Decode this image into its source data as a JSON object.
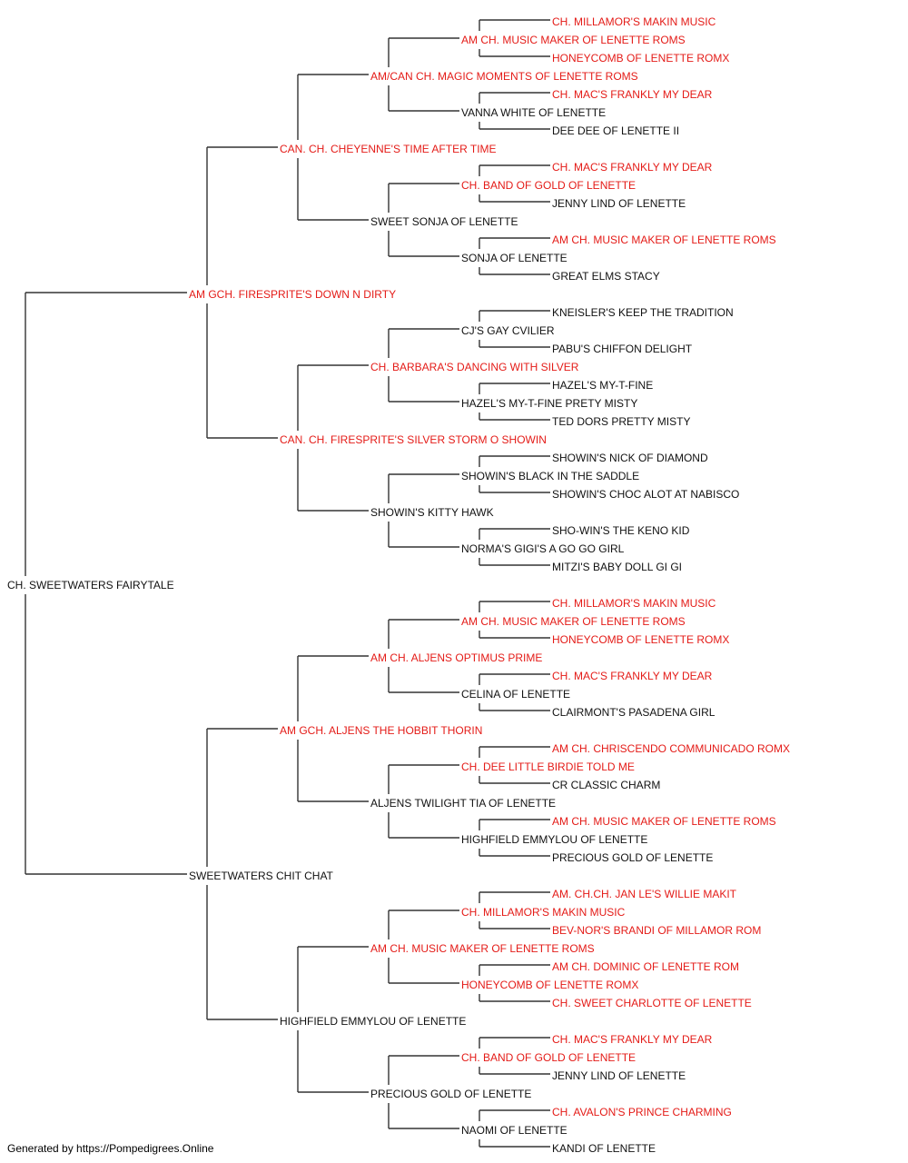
{
  "colors": {
    "titled": "#e41b17",
    "untitled": "#111111",
    "line": "#333333"
  },
  "pedigree": {
    "name": "CH. SWEETWATERS FAIRYTALE",
    "titled": false,
    "sire": {
      "name": "AM GCH. FIRESPRITE'S DOWN N DIRTY",
      "titled": true,
      "sire": {
        "name": "CAN. CH. CHEYENNE'S TIME AFTER TIME",
        "titled": true,
        "sire": {
          "name": "AM/CAN CH. MAGIC MOMENTS OF LENETTE ROMS",
          "titled": true,
          "sire": {
            "name": "AM CH. MUSIC MAKER OF LENETTE ROMS",
            "titled": true,
            "sire": {
              "name": "CH. MILLAMOR'S MAKIN MUSIC",
              "titled": true
            },
            "dam": {
              "name": "HONEYCOMB OF LENETTE ROMX",
              "titled": true
            }
          },
          "dam": {
            "name": "VANNA WHITE OF LENETTE",
            "titled": false,
            "sire": {
              "name": "CH. MAC'S FRANKLY MY DEAR",
              "titled": true
            },
            "dam": {
              "name": "DEE DEE OF LENETTE II",
              "titled": false
            }
          }
        },
        "dam": {
          "name": "SWEET SONJA OF LENETTE",
          "titled": false,
          "sire": {
            "name": "CH. BAND OF GOLD OF LENETTE",
            "titled": true,
            "sire": {
              "name": "CH. MAC'S FRANKLY MY DEAR",
              "titled": true
            },
            "dam": {
              "name": "JENNY LIND OF LENETTE",
              "titled": false
            }
          },
          "dam": {
            "name": "SONJA OF LENETTE",
            "titled": false,
            "sire": {
              "name": "AM CH. MUSIC MAKER OF LENETTE ROMS",
              "titled": true
            },
            "dam": {
              "name": "GREAT ELMS STACY",
              "titled": false
            }
          }
        }
      },
      "dam": {
        "name": "CAN. CH. FIRESPRITE'S SILVER STORM O SHOWIN",
        "titled": true,
        "sire": {
          "name": "CH. BARBARA'S DANCING WITH SILVER",
          "titled": true,
          "sire": {
            "name": "CJ'S GAY CVILIER",
            "titled": false,
            "sire": {
              "name": "KNEISLER'S KEEP THE TRADITION",
              "titled": false
            },
            "dam": {
              "name": "PABU'S CHIFFON DELIGHT",
              "titled": false
            }
          },
          "dam": {
            "name": "HAZEL'S MY-T-FINE PRETY MISTY",
            "titled": false,
            "sire": {
              "name": "HAZEL'S MY-T-FINE",
              "titled": false
            },
            "dam": {
              "name": "TED DORS PRETTY MISTY",
              "titled": false
            }
          }
        },
        "dam": {
          "name": "SHOWIN'S KITTY HAWK",
          "titled": false,
          "sire": {
            "name": "SHOWIN'S BLACK IN THE SADDLE",
            "titled": false,
            "sire": {
              "name": "SHOWIN'S NICK OF DIAMOND",
              "titled": false
            },
            "dam": {
              "name": "SHOWIN'S CHOC ALOT AT NABISCO",
              "titled": false
            }
          },
          "dam": {
            "name": "NORMA'S GIGI'S A GO GO GIRL",
            "titled": false,
            "sire": {
              "name": "SHO-WIN'S THE KENO KID",
              "titled": false
            },
            "dam": {
              "name": "MITZI'S BABY DOLL GI GI",
              "titled": false
            }
          }
        }
      }
    },
    "dam": {
      "name": "SWEETWATERS CHIT CHAT",
      "titled": false,
      "sire": {
        "name": "AM GCH. ALJENS THE HOBBIT THORIN",
        "titled": true,
        "sire": {
          "name": "AM CH. ALJENS OPTIMUS PRIME",
          "titled": true,
          "sire": {
            "name": "AM CH. MUSIC MAKER OF LENETTE ROMS",
            "titled": true,
            "sire": {
              "name": "CH. MILLAMOR'S MAKIN MUSIC",
              "titled": true
            },
            "dam": {
              "name": "HONEYCOMB OF LENETTE ROMX",
              "titled": true
            }
          },
          "dam": {
            "name": "CELINA OF LENETTE",
            "titled": false,
            "sire": {
              "name": "CH. MAC'S FRANKLY MY DEAR",
              "titled": true
            },
            "dam": {
              "name": "CLAIRMONT'S PASADENA GIRL",
              "titled": false
            }
          }
        },
        "dam": {
          "name": "ALJENS TWILIGHT TIA OF LENETTE",
          "titled": false,
          "sire": {
            "name": "CH. DEE LITTLE BIRDIE TOLD ME",
            "titled": true,
            "sire": {
              "name": "AM CH. CHRISCENDO COMMUNICADO ROMX",
              "titled": true
            },
            "dam": {
              "name": "CR CLASSIC CHARM",
              "titled": false
            }
          },
          "dam": {
            "name": "HIGHFIELD EMMYLOU OF LENETTE",
            "titled": false,
            "sire": {
              "name": "AM CH. MUSIC MAKER OF LENETTE ROMS",
              "titled": true
            },
            "dam": {
              "name": "PRECIOUS GOLD OF LENETTE",
              "titled": false
            }
          }
        }
      },
      "dam": {
        "name": "HIGHFIELD EMMYLOU OF LENETTE",
        "titled": false,
        "sire": {
          "name": "AM CH. MUSIC MAKER OF LENETTE ROMS",
          "titled": true,
          "sire": {
            "name": "CH. MILLAMOR'S MAKIN MUSIC",
            "titled": true,
            "sire": {
              "name": "AM. CH.CH. JAN LE'S WILLIE MAKIT",
              "titled": true
            },
            "dam": {
              "name": "BEV-NOR'S BRANDI OF MILLAMOR ROM",
              "titled": true
            }
          },
          "dam": {
            "name": "HONEYCOMB OF LENETTE ROMX",
            "titled": true,
            "sire": {
              "name": "AM CH. DOMINIC OF LENETTE ROM",
              "titled": true
            },
            "dam": {
              "name": "CH. SWEET CHARLOTTE OF LENETTE",
              "titled": true
            }
          }
        },
        "dam": {
          "name": "PRECIOUS GOLD OF LENETTE",
          "titled": false,
          "sire": {
            "name": "CH. BAND OF GOLD OF LENETTE",
            "titled": true,
            "sire": {
              "name": "CH. MAC'S FRANKLY MY DEAR",
              "titled": true
            },
            "dam": {
              "name": "JENNY LIND OF LENETTE",
              "titled": false
            }
          },
          "dam": {
            "name": "NAOMI OF LENETTE",
            "titled": false,
            "sire": {
              "name": "CH. AVALON'S PRINCE CHARMING",
              "titled": true
            },
            "dam": {
              "name": "KANDI OF LENETTE",
              "titled": false
            }
          }
        }
      }
    }
  },
  "footer": {
    "text": "Generated by https://Pompedigrees.Online"
  }
}
